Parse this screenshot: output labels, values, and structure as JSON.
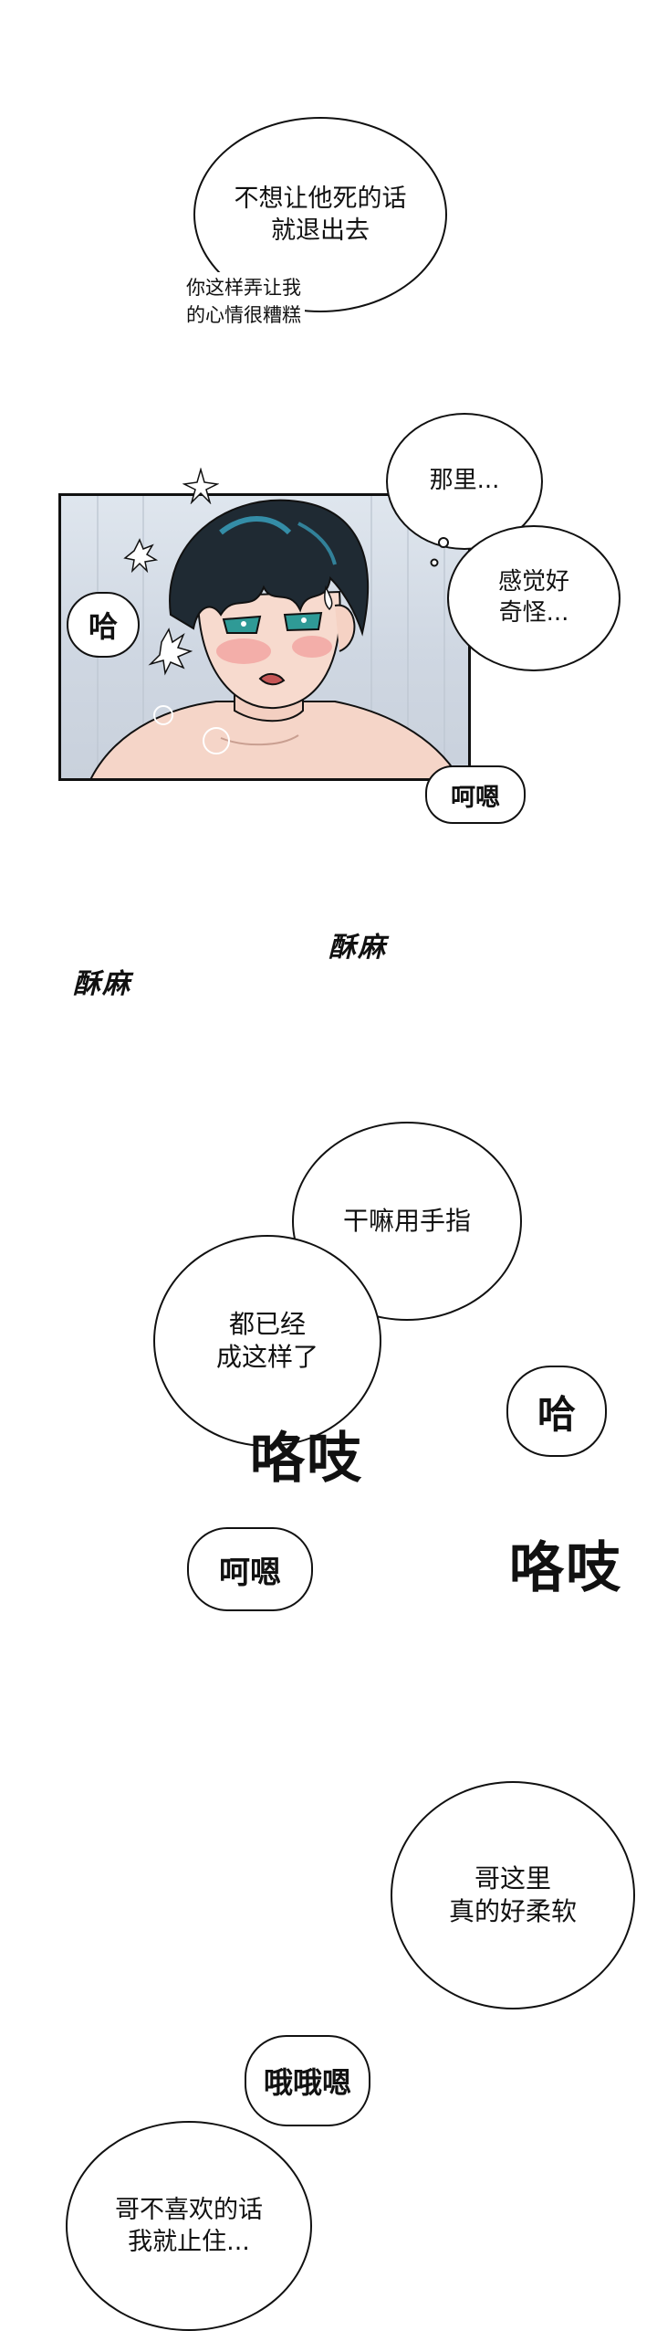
{
  "colors": {
    "panel_bg": "#d6dde6",
    "hair": "#1f2a33",
    "hair_highlight": "#3aa6c4",
    "skin": "#f5d5c8",
    "blush": "#f08a8a",
    "eye": "#2f9a96",
    "ink": "#111111"
  },
  "section1": {
    "bubble_text": "不想让他死的话\n就退出去",
    "whisper": "你这样弄让我\n的心情很糟糕"
  },
  "panel": {
    "bubble_top": "那里...",
    "bubble_right": "感觉好\n奇怪...",
    "sfx_left": "哈",
    "sfx_bottom": "呵嗯"
  },
  "sfx_numb": {
    "right": "酥麻",
    "left": "酥麻"
  },
  "section2": {
    "bubble_a": "干嘛用手指",
    "bubble_b": "都已经\n成这样了",
    "sfx_creak1": "咯吱",
    "sfx_ha": "哈",
    "sfx_hen": "呵嗯",
    "sfx_creak2": "咯吱"
  },
  "section3": {
    "bubble_a": "哥这里\n真的好柔软",
    "sfx_moan": "哦哦嗯",
    "bubble_b": "哥不喜欢的话\n我就止住..."
  }
}
